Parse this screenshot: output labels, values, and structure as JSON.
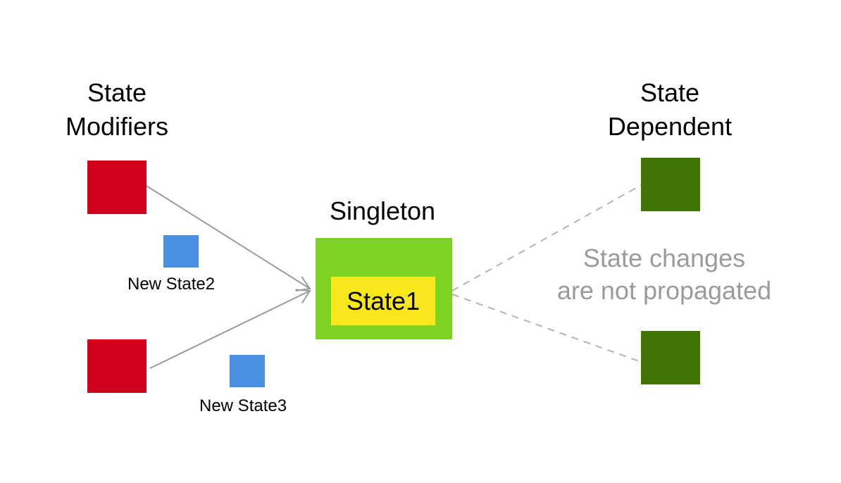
{
  "headings": {
    "modifiers": [
      "State",
      "Modifiers"
    ],
    "dependent": [
      "State",
      "Dependent"
    ],
    "singleton": "Singleton"
  },
  "singleton": {
    "state_label": "State1"
  },
  "modifiers": [
    {
      "new_state_label": "New State2"
    },
    {
      "new_state_label": "New State3"
    }
  ],
  "note": [
    "State changes",
    "are not propagated"
  ],
  "colors": {
    "modifier": "#d0021b",
    "new_state": "#4a90e2",
    "singleton_outer": "#7ed321",
    "singleton_inner": "#f8e71c",
    "dependent": "#417505",
    "arrow": "#9b9b9b",
    "dashed": "#b4b4b4",
    "note_text": "#9b9b9b"
  }
}
